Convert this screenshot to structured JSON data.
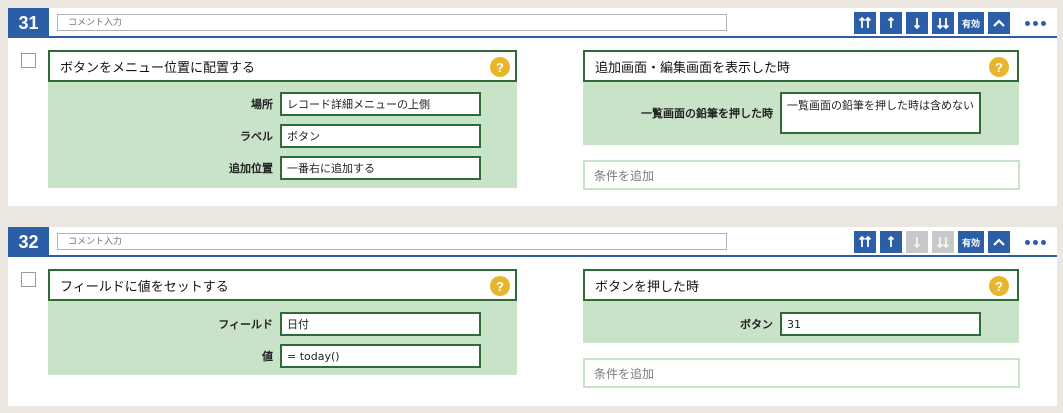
{
  "rules": [
    {
      "number": "31",
      "comment_placeholder": "コメント入力",
      "toolbar": {
        "valid_label": "有効"
      },
      "action": {
        "title": "ボタンをメニュー位置に配置する",
        "help": "?",
        "fields": [
          {
            "label": "場所",
            "value": "レコード詳細メニューの上側"
          },
          {
            "label": "ラベル",
            "value": "ボタン"
          },
          {
            "label": "追加位置",
            "value": "一番右に追加する"
          }
        ]
      },
      "condition": {
        "title": "追加画面・編集画面を表示した時",
        "help": "?",
        "fields": [
          {
            "label": "一覧画面の鉛筆を押した時",
            "value": "一覧画面の鉛筆を押した時は含めない"
          }
        ],
        "add_label": "条件を追加"
      }
    },
    {
      "number": "32",
      "comment_placeholder": "コメント入力",
      "toolbar": {
        "valid_label": "有効"
      },
      "action": {
        "title": "フィールドに値をセットする",
        "help": "?",
        "fields": [
          {
            "label": "フィールド",
            "value": "日付"
          },
          {
            "label": "値",
            "value": "= today()"
          }
        ]
      },
      "condition": {
        "title": "ボタンを押した時",
        "help": "?",
        "fields": [
          {
            "label": "ボタン",
            "value": "31"
          }
        ],
        "add_label": "条件を追加"
      }
    }
  ],
  "icons": {
    "move_top": "move-top-icon",
    "move_up": "move-up-icon",
    "move_down": "move-down-icon",
    "move_bottom": "move-bottom-icon",
    "collapse": "chevron-up-icon",
    "more": "more-icon"
  },
  "colors": {
    "accent": "#2b5ea6",
    "panel_green": "#c9e3c9",
    "border_green": "#2e6b35",
    "help_yellow": "#e9b52a",
    "disabled": "#c8c8c8"
  }
}
